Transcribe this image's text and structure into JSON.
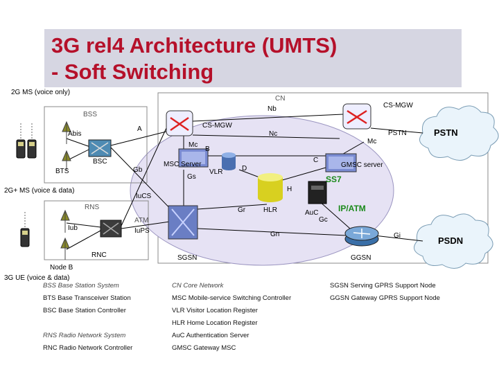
{
  "title": {
    "line1": "3G rel4 Architecture (UMTS)",
    "line2": "- Soft Switching"
  },
  "labels": {
    "ms_2g": "2G MS (voice only)",
    "cn": "CN",
    "bss": "BSS",
    "abis": "Abis",
    "a": "A",
    "bsc": "BSC",
    "bts": "BTS",
    "gb": "Gb",
    "ms_2g_plus": "2G+ MS (voice & data)",
    "rns": "RNS",
    "atm": "ATM",
    "iups": "IuPS",
    "iucs": "IuCS",
    "iub": "Iub",
    "rnc": "RNC",
    "node_b": "Node B",
    "ue_3g": "3G UE (voice & data)",
    "nb": "Nb",
    "cs_mgw_left": "CS-MGW",
    "cs_mgw_right": "CS-MGW",
    "nc": "Nc",
    "mc_left": "Mc",
    "mc_right": "Mc",
    "b": "B",
    "msc_server": "MSC Server",
    "vlr": "VLR",
    "gs": "Gs",
    "d": "D",
    "c": "C",
    "gmsc_server": "GMSC server",
    "pstn_small": "PSTN",
    "pstn": "PSTN",
    "ss7": "SS7",
    "h": "H",
    "gr": "Gr",
    "hlr": "HLR",
    "auc": "AuC",
    "gc": "Gc",
    "ip_atm": "IP/ATM",
    "gn": "Gn",
    "gi": "Gi",
    "psdn": "PSDN",
    "sgsn": "SGSN",
    "ggsn": "GGSN"
  },
  "legend": [
    {
      "text": "BSS  Base Station System",
      "italic": true
    },
    {
      "text": "BTS  Base Transceiver Station",
      "italic": false
    },
    {
      "text": "BSC  Base Station Controller",
      "italic": false
    },
    {
      "text": "RNS  Radio Network System",
      "italic": true
    },
    {
      "text": "RNC  Radio Network Controller",
      "italic": false
    },
    {
      "text": "CN  Core Network",
      "italic": true
    },
    {
      "text": "MSC  Mobile-service Switching Controller",
      "italic": false
    },
    {
      "text": "VLR  Visitor Location Register",
      "italic": false
    },
    {
      "text": "HLR  Home Location Register",
      "italic": false
    },
    {
      "text": "AuC  Authentication Server",
      "italic": false
    },
    {
      "text": "GMSC  Gateway MSC",
      "italic": false
    },
    {
      "text": "SGSN  Serving GPRS Support Node",
      "italic": false
    },
    {
      "text": "GGSN  Gateway GPRS Support Node",
      "italic": false
    }
  ],
  "colors": {
    "title_text": "#b5102a",
    "title_bg": "#d6d6e2",
    "ss7_text": "#1a8a1a",
    "cloud_fill": "#eaf4fb",
    "core_ellipse": "#e6e2f4",
    "switch_fill": "#eeeeff"
  }
}
